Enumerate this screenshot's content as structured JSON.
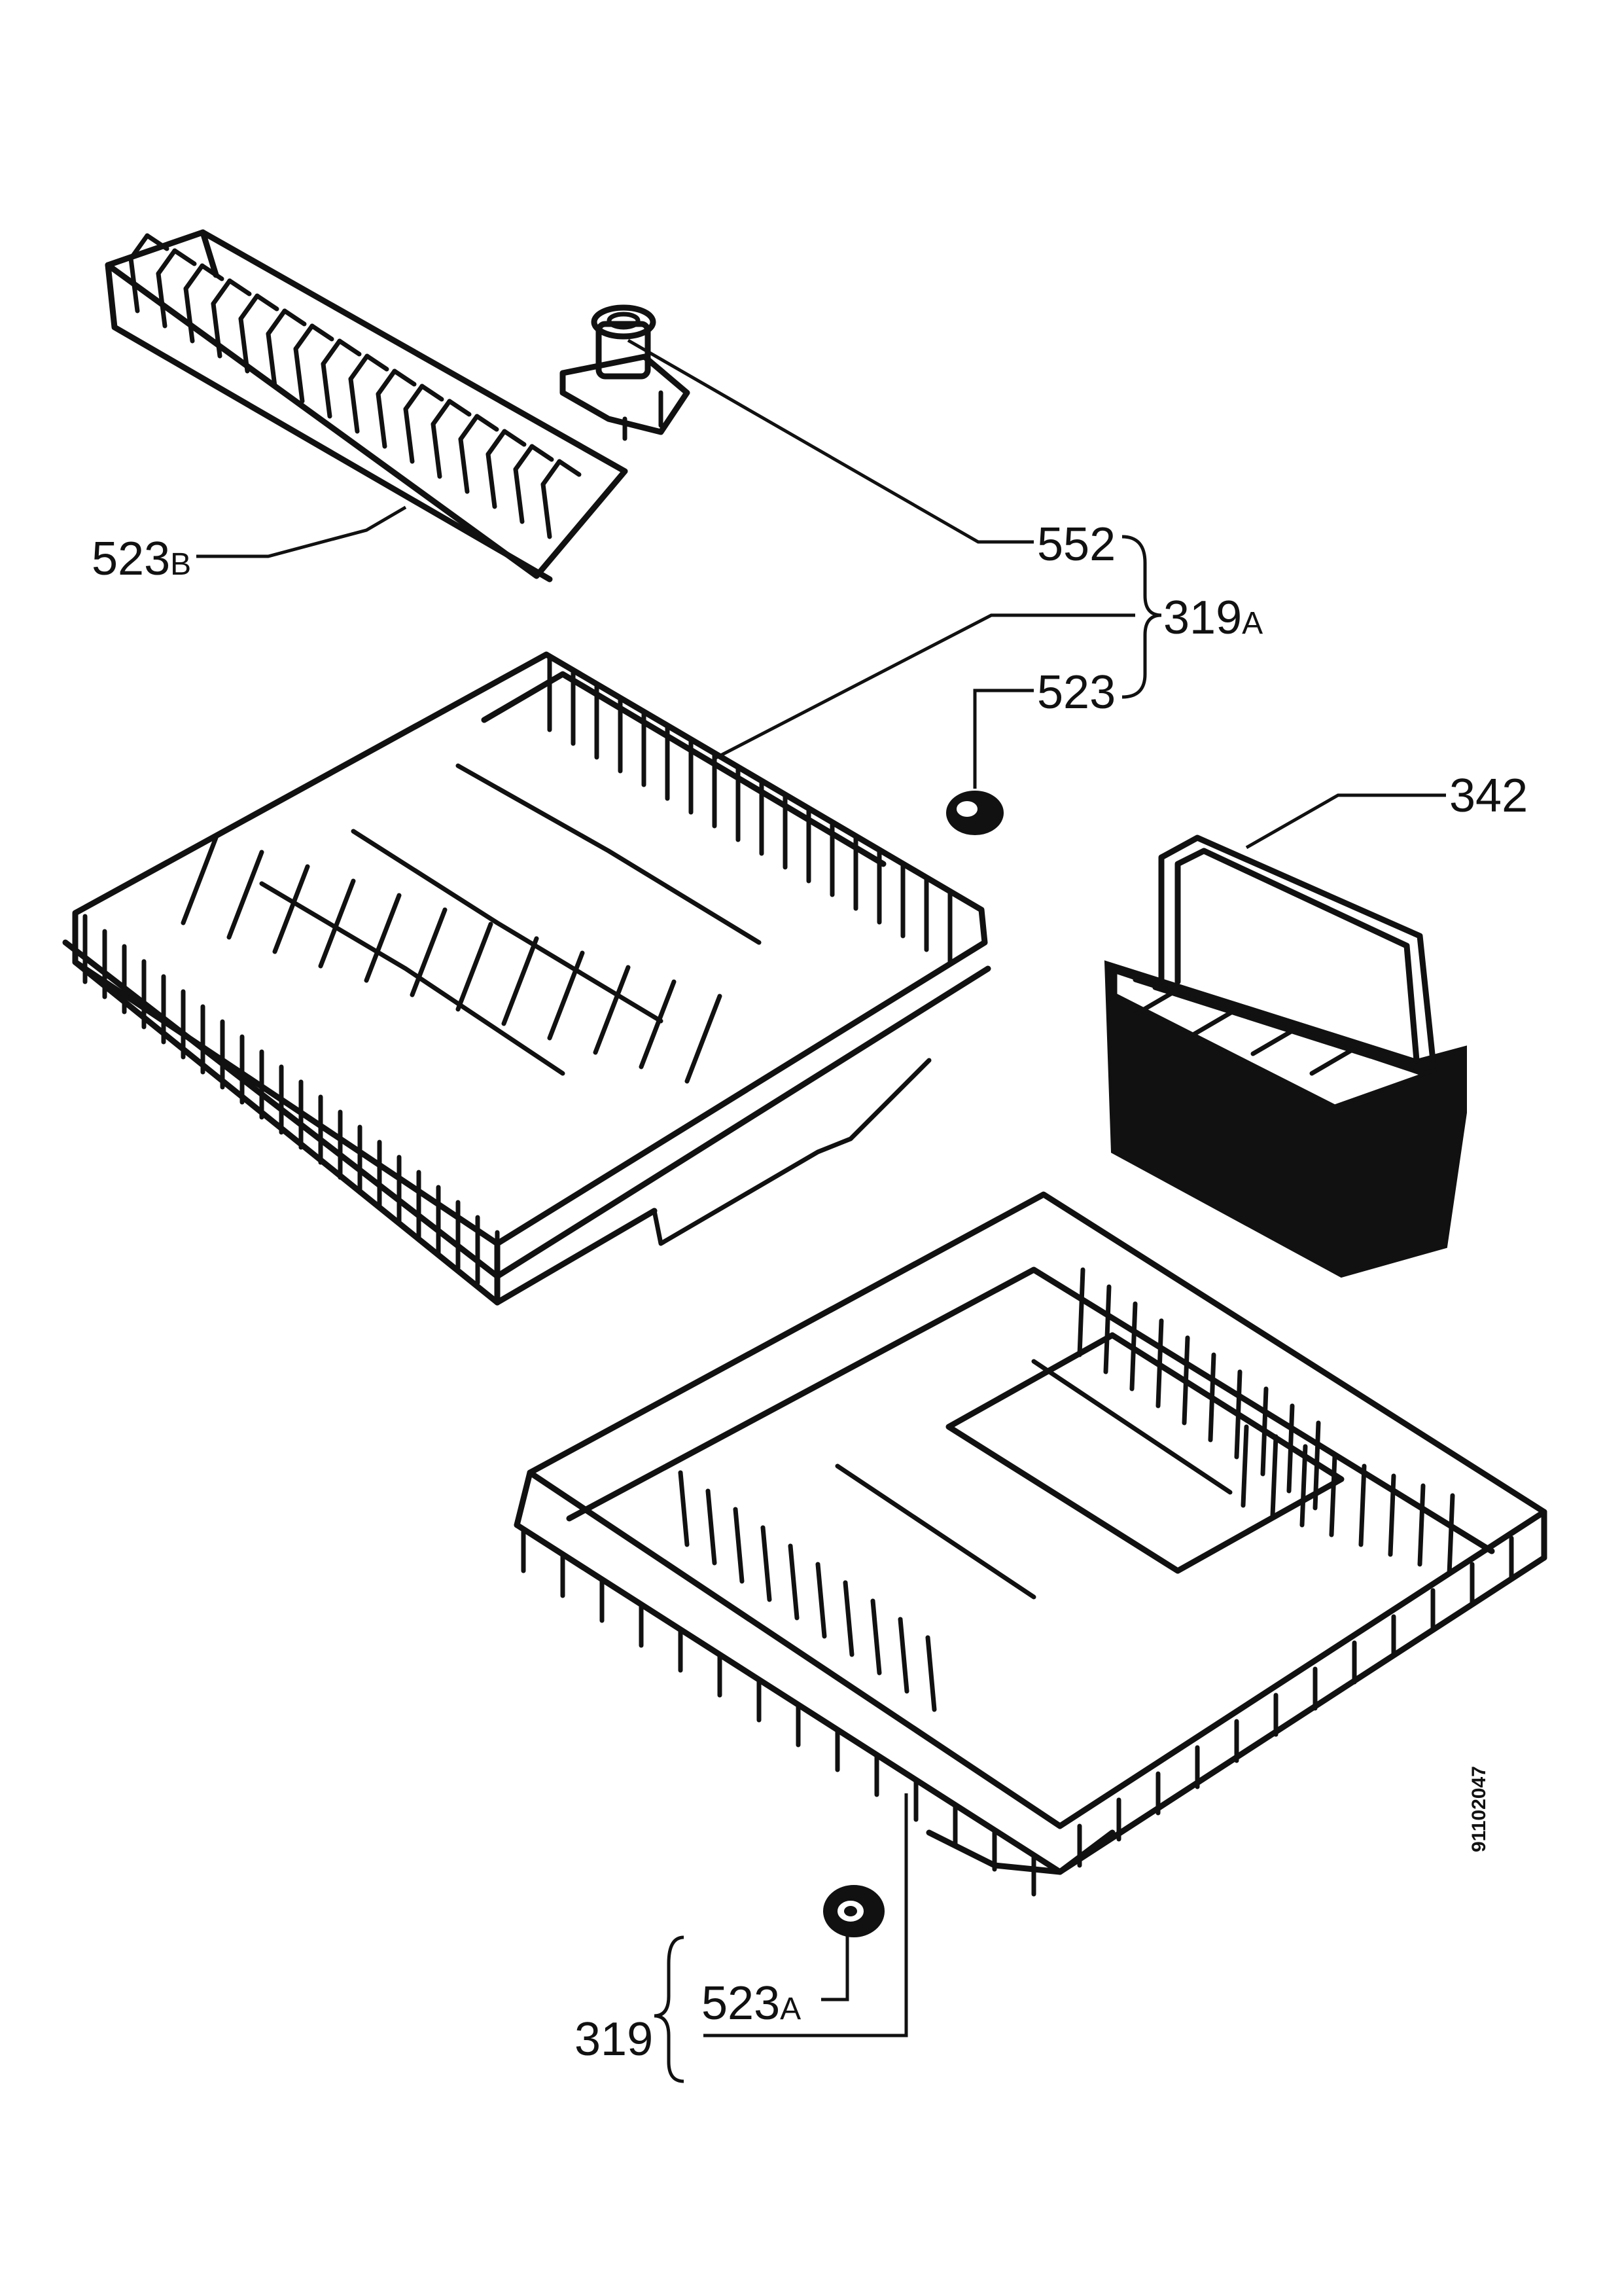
{
  "labels": {
    "l523b": {
      "main": "523",
      "suffix": "B"
    },
    "l552": {
      "main": "552"
    },
    "l319a": {
      "main": "319",
      "suffix": "A"
    },
    "l523": {
      "main": "523"
    },
    "l342": {
      "main": "342"
    },
    "l523a": {
      "main": "523",
      "suffix": "A"
    },
    "l319": {
      "main": "319"
    }
  },
  "drawing_code": "91102047"
}
